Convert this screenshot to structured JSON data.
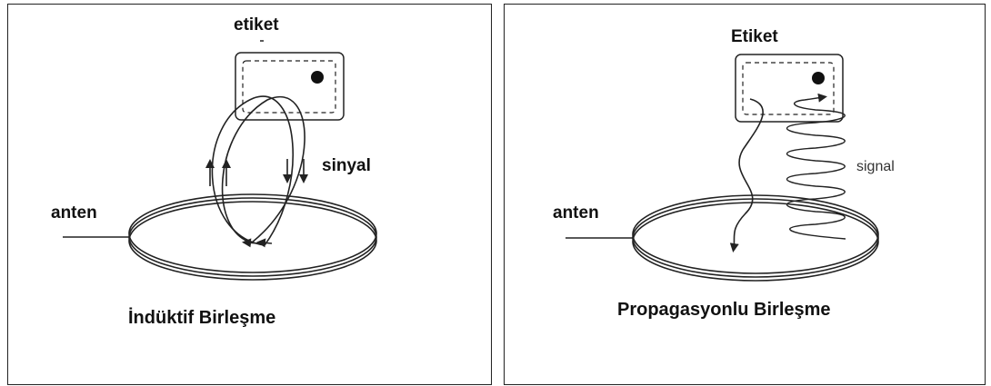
{
  "left_panel": {
    "tag_label": "etiket",
    "signal_label": "sinyal",
    "antenna_label": "anten",
    "caption": "İndüktif Birleşme"
  },
  "right_panel": {
    "tag_label": "Etiket",
    "signal_label": "signal",
    "antenna_label": "anten",
    "caption": "Propagasyonlu Birleşme"
  }
}
